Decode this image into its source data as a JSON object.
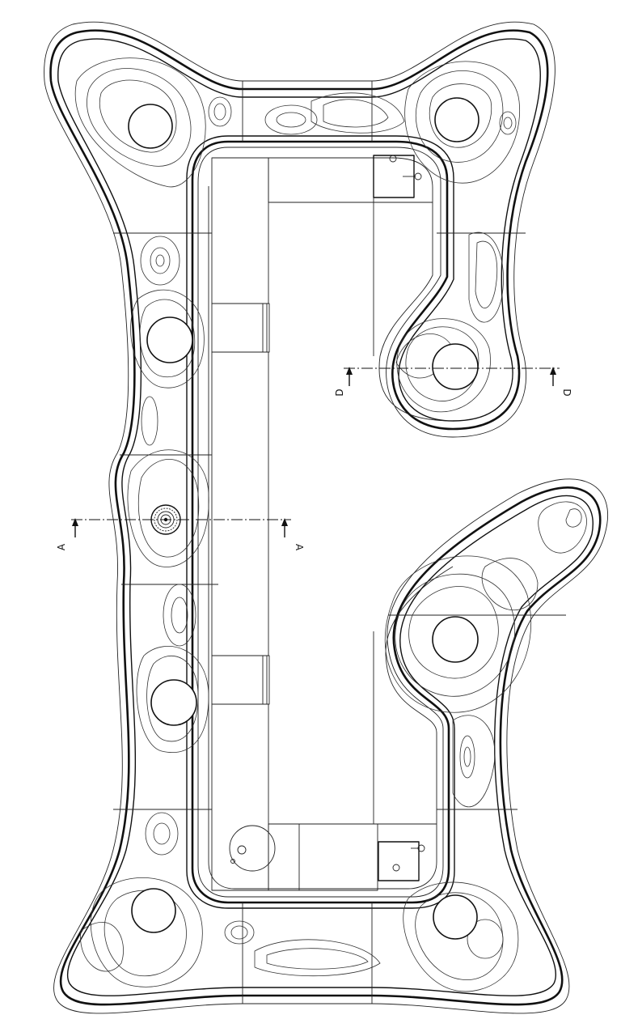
{
  "section_markers": [
    {
      "id": "A",
      "left": "A",
      "right": "A"
    },
    {
      "id": "D",
      "left": "D",
      "right": "D"
    }
  ],
  "colors": {
    "line": "#111111",
    "background": "#ffffff"
  }
}
